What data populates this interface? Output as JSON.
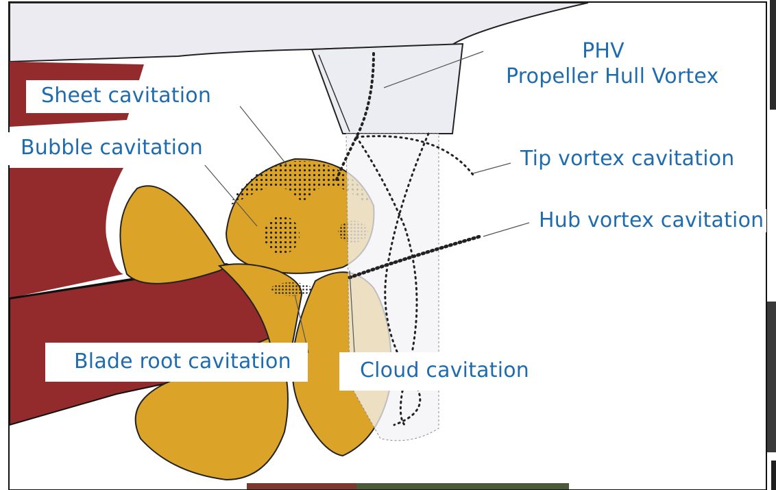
{
  "labels": {
    "phv_title": "PHV",
    "phv_subtitle": "Propeller Hull Vortex",
    "sheet": "Sheet cavitation",
    "bubble": "Bubble cavitation",
    "tip_vortex": "Tip vortex cavitation",
    "hub_vortex": "Hub vortex cavitation",
    "blade_root": "Blade root cavitation",
    "cloud": "Cloud cavitation"
  },
  "colors": {
    "label_text": "#1e6bb0",
    "hull": "#ebebf1",
    "rudder_horn": "#ecedf2",
    "shaft_and_bracket": "#932a2b",
    "propeller_blade": "#dba327",
    "cavitation_dots": "#222222"
  }
}
